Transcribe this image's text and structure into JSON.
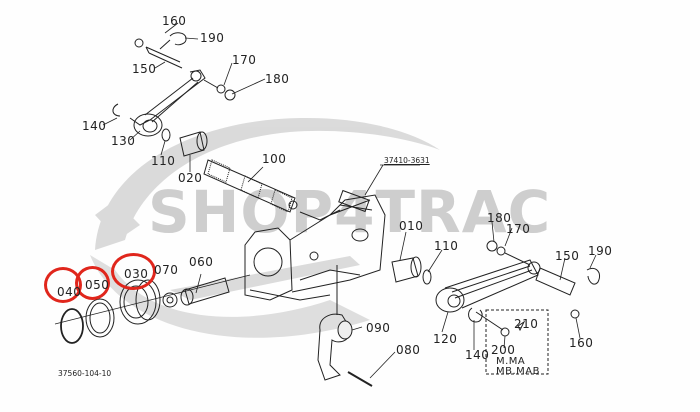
{
  "diagram": {
    "type": "exploded-parts-diagram",
    "watermark": "SHOP4TRAC",
    "assembly_part_number": "37410-3631",
    "figure_code": "37560-104-10",
    "variant_note": [
      "M.MA",
      "MB.MAB"
    ],
    "highlight_color": "#e0261c",
    "highlighted_parts": [
      "040",
      "050",
      "030"
    ],
    "callouts": {
      "p010": "010",
      "p020": "020",
      "p030": "030",
      "p040": "040",
      "p050": "050",
      "p060": "060",
      "p070": "070",
      "p080": "080",
      "p090": "090",
      "p100": "100",
      "p110_left": "110",
      "p110_right": "110",
      "p120": "120",
      "p130": "130",
      "p140_left": "140",
      "p140_right": "140",
      "p150_left": "150",
      "p150_right": "150",
      "p160_left": "160",
      "p160_right": "160",
      "p170_left": "170",
      "p170_right": "170",
      "p180_left": "180",
      "p180_right": "180",
      "p190_left": "190",
      "p190_right": "190",
      "p200": "200",
      "p210": "210"
    }
  }
}
